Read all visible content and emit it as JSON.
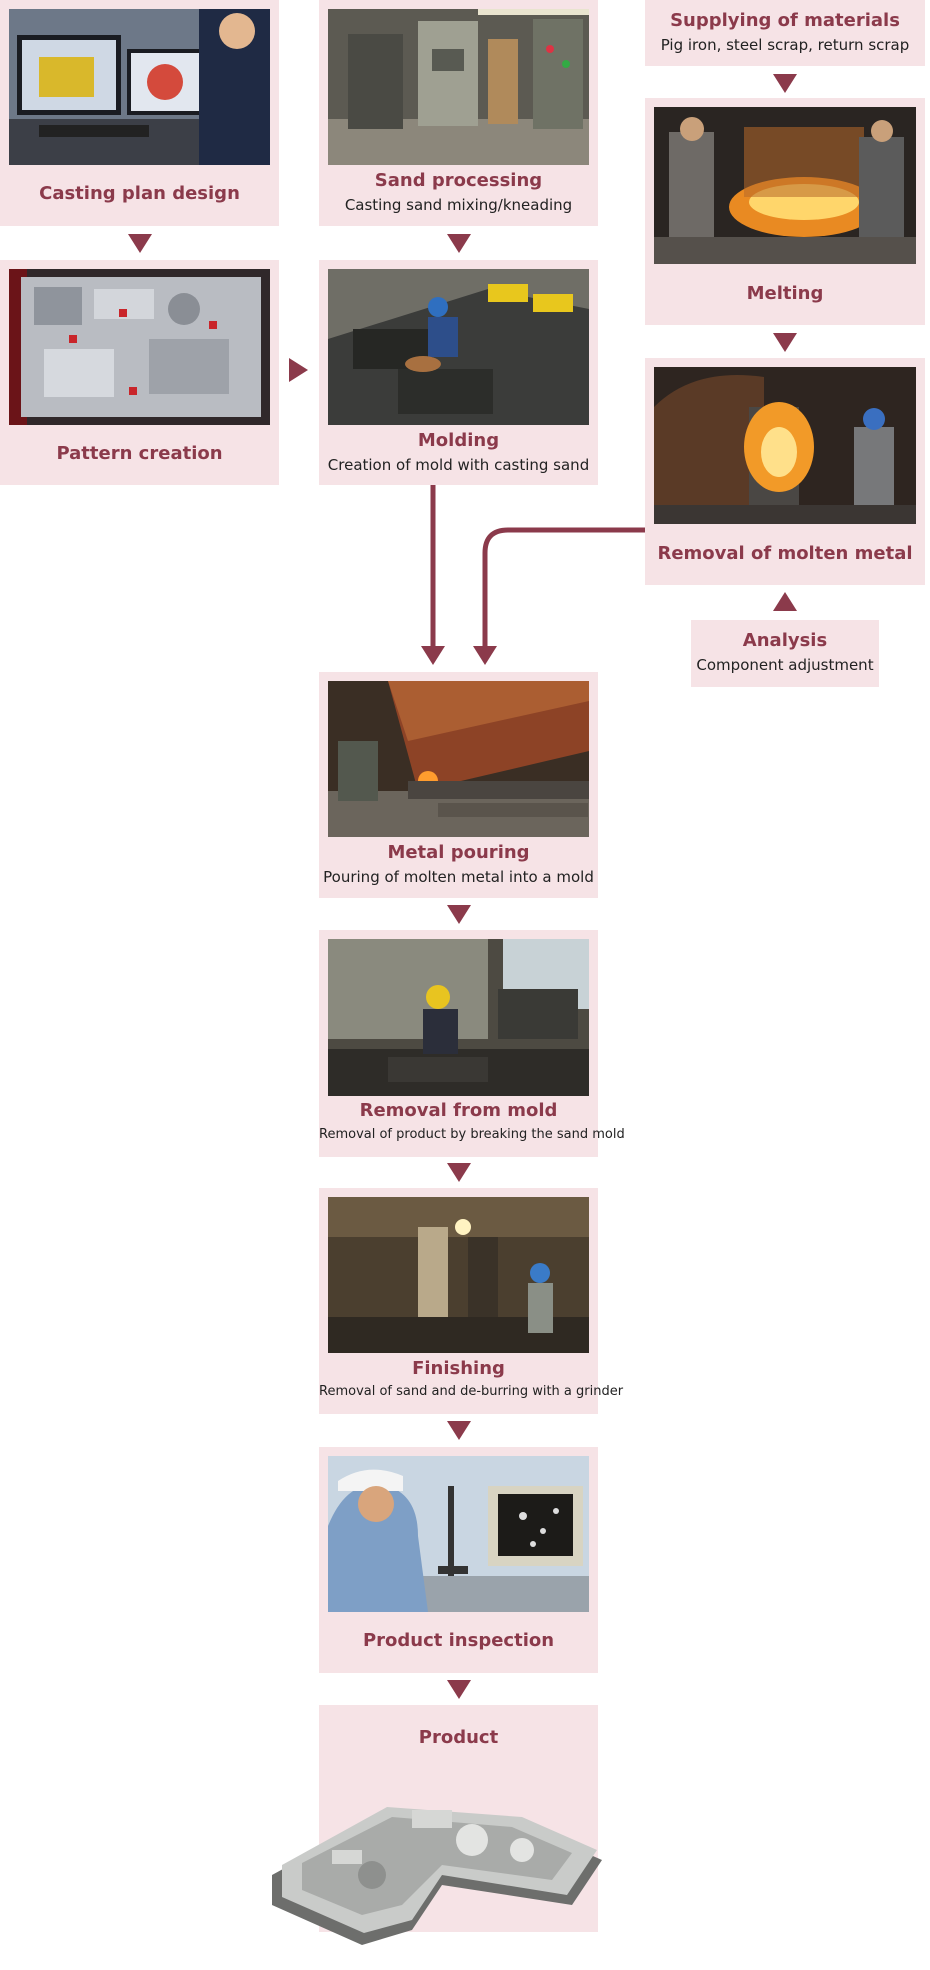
{
  "accent_color": "#8b3a4b",
  "box_color": "#f6e3e6",
  "steps": {
    "casting_plan": {
      "title": "Casting plan design"
    },
    "pattern": {
      "title": "Pattern creation"
    },
    "sand": {
      "title": "Sand processing",
      "subtitle": "Casting sand mixing/kneading"
    },
    "molding": {
      "title": "Molding",
      "subtitle": "Creation of mold with casting sand"
    },
    "supply": {
      "title": "Supplying of materials",
      "subtitle": "Pig iron, steel scrap, return scrap"
    },
    "melting": {
      "title": "Melting"
    },
    "removal_molten": {
      "title": "Removal of molten metal"
    },
    "analysis": {
      "title": "Analysis",
      "subtitle": "Component adjustment"
    },
    "pouring": {
      "title": "Metal pouring",
      "subtitle": "Pouring of molten metal into a mold"
    },
    "removal_mold": {
      "title": "Removal from mold",
      "subtitle": "Removal of product by breaking the sand mold"
    },
    "finishing": {
      "title": "Finishing",
      "subtitle": "Removal of sand and de-burring with a grinder"
    },
    "inspection": {
      "title": "Product inspection"
    },
    "product": {
      "title": "Product"
    }
  },
  "photos": {
    "casting_plan": "cad-workstation-photo",
    "pattern": "pattern-photo",
    "sand": "sand-plant-photo",
    "molding": "molding-line-photo",
    "melting": "melting-furnace-photo",
    "removal_molten": "ladle-tapping-photo",
    "pouring": "pouring-line-photo",
    "removal_mold": "shakeout-photo",
    "finishing": "grinding-photo",
    "inspection": "microscope-inspection-photo",
    "product": "cast-part-image"
  }
}
